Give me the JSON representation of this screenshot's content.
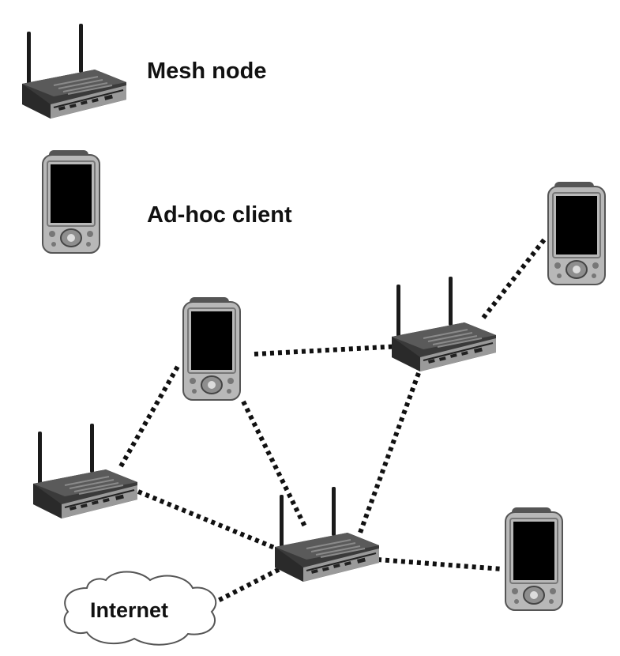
{
  "legend": {
    "mesh_node_label": "Mesh node",
    "adhoc_client_label": "Ad-hoc client"
  },
  "internet": {
    "label": "Internet"
  },
  "nodes": [
    {
      "id": "router-legend",
      "kind": "router"
    },
    {
      "id": "pda-legend",
      "kind": "pda"
    },
    {
      "id": "router-left",
      "kind": "router"
    },
    {
      "id": "pda-center",
      "kind": "pda"
    },
    {
      "id": "router-upper-right",
      "kind": "router"
    },
    {
      "id": "pda-top-right",
      "kind": "pda"
    },
    {
      "id": "router-bottom-center",
      "kind": "router"
    },
    {
      "id": "pda-bottom-right",
      "kind": "pda"
    },
    {
      "id": "internet-cloud",
      "kind": "cloud"
    }
  ],
  "links": [
    {
      "from": "router-left",
      "to": "pda-center"
    },
    {
      "from": "router-left",
      "to": "router-bottom-center"
    },
    {
      "from": "pda-center",
      "to": "router-upper-right"
    },
    {
      "from": "pda-center",
      "to": "router-bottom-center"
    },
    {
      "from": "router-upper-right",
      "to": "pda-top-right"
    },
    {
      "from": "router-upper-right",
      "to": "router-bottom-center"
    },
    {
      "from": "router-bottom-center",
      "to": "pda-bottom-right"
    },
    {
      "from": "router-bottom-center",
      "to": "internet-cloud"
    }
  ],
  "colors": {
    "ink": "#111111",
    "device_body": "#b8b8b8",
    "device_dark": "#3a3a3a",
    "screen": "#000000",
    "background": "#ffffff"
  }
}
